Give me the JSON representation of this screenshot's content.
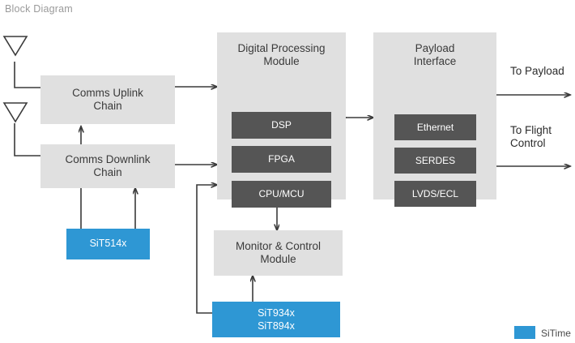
{
  "title": "Block Diagram",
  "colors": {
    "brand_blue": "#2e97d4",
    "block_grey": "#e0e0e0",
    "block_dark": "#555555",
    "line": "#3a3a3a",
    "title_text": "#9a9a9a"
  },
  "blocks": {
    "comms_uplink": "Comms Uplink\nChain",
    "comms_downlink": "Comms Downlink\nChain",
    "digital_processing": "Digital Processing\nModule",
    "payload_interface": "Payload\nInterface",
    "monitor_control": "Monitor & Control\nModule"
  },
  "dpm_items": [
    {
      "label": "DSP"
    },
    {
      "label": "FPGA"
    },
    {
      "label": "CPU/MCU"
    }
  ],
  "payload_items": [
    {
      "label": "Ethernet"
    },
    {
      "label": "SERDES"
    },
    {
      "label": "LVDS/ECL"
    }
  ],
  "sitime_parts": {
    "clock_left": "SiT514x",
    "clock_bottom_line1": "SiT934x",
    "clock_bottom_line2": "SiT894x"
  },
  "external_labels": {
    "to_payload": "To Payload",
    "to_flight_control": "To Flight\nControl"
  },
  "legend": {
    "swatch_label": "SiTime"
  },
  "icons": {
    "antenna_top": "antenna-icon",
    "antenna_bottom": "antenna-icon"
  }
}
